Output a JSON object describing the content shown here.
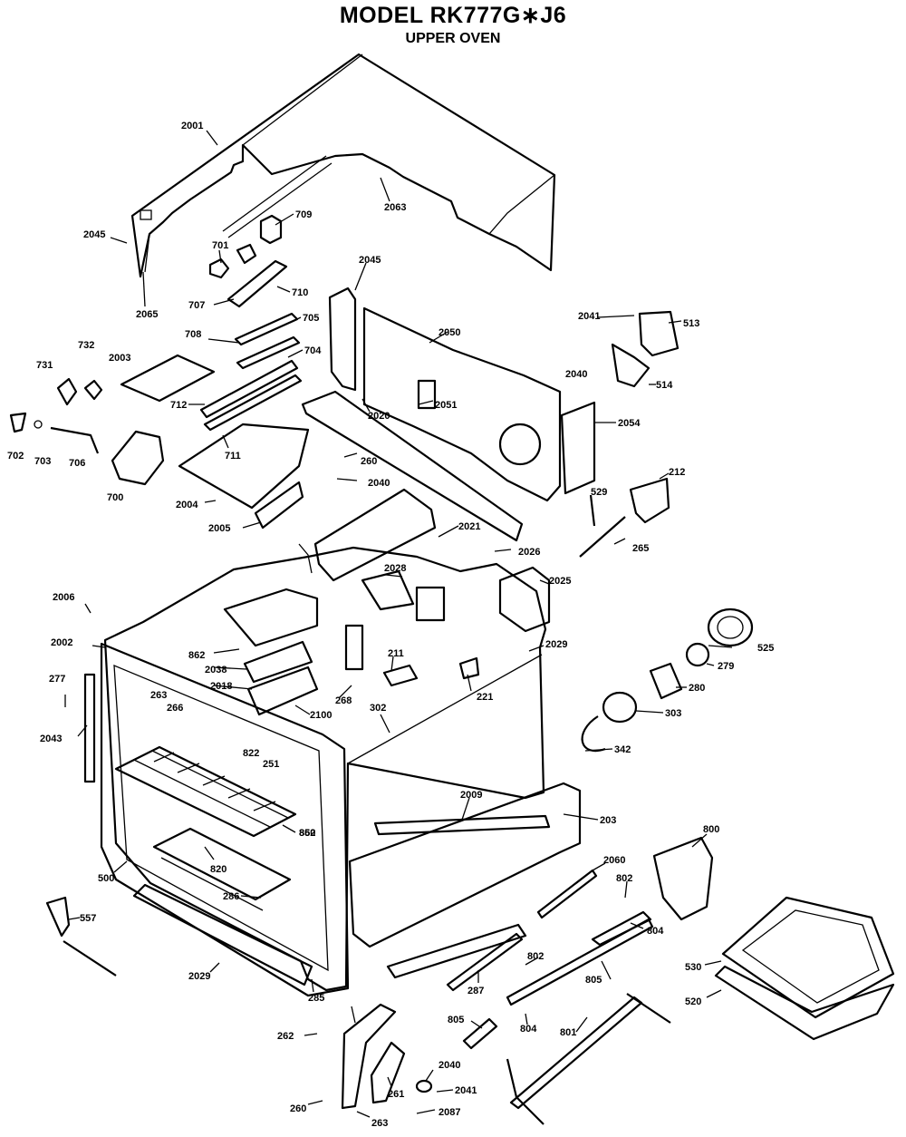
{
  "header": {
    "model": "MODEL RK777G∗J6",
    "section": "UPPER OVEN"
  },
  "parts": [
    {
      "label": "2001"
    },
    {
      "label": "2045"
    },
    {
      "label": "2065"
    },
    {
      "label": "2063"
    },
    {
      "label": "709"
    },
    {
      "label": "701"
    },
    {
      "label": "707"
    },
    {
      "label": "710"
    },
    {
      "label": "708"
    },
    {
      "label": "705"
    },
    {
      "label": "704"
    },
    {
      "label": "2003"
    },
    {
      "label": "731"
    },
    {
      "label": "732"
    },
    {
      "label": "712"
    },
    {
      "label": "711"
    },
    {
      "label": "702"
    },
    {
      "label": "703"
    },
    {
      "label": "706"
    },
    {
      "label": "700"
    },
    {
      "label": "2004"
    },
    {
      "label": "2005"
    },
    {
      "label": "2045"
    },
    {
      "label": "2050"
    },
    {
      "label": "2051"
    },
    {
      "label": "2020"
    },
    {
      "label": "260"
    },
    {
      "label": "2040"
    },
    {
      "label": "2041"
    },
    {
      "label": "513"
    },
    {
      "label": "2040"
    },
    {
      "label": "514"
    },
    {
      "label": "2054"
    },
    {
      "label": "212"
    },
    {
      "label": "529"
    },
    {
      "label": "265"
    },
    {
      "label": "2021"
    },
    {
      "label": "2026"
    },
    {
      "label": "2028"
    },
    {
      "label": "2025"
    },
    {
      "label": "2006"
    },
    {
      "label": "2002"
    },
    {
      "label": "2029"
    },
    {
      "label": "525"
    },
    {
      "label": "279"
    },
    {
      "label": "862"
    },
    {
      "label": "2038"
    },
    {
      "label": "2018"
    },
    {
      "label": "211"
    },
    {
      "label": "268"
    },
    {
      "label": "277"
    },
    {
      "label": "280"
    },
    {
      "label": "2100"
    },
    {
      "label": "221"
    },
    {
      "label": "302"
    },
    {
      "label": "263"
    },
    {
      "label": "266"
    },
    {
      "label": "303"
    },
    {
      "label": "2043"
    },
    {
      "label": "822"
    },
    {
      "label": "251"
    },
    {
      "label": "342"
    },
    {
      "label": "2009"
    },
    {
      "label": "203"
    },
    {
      "label": "862"
    },
    {
      "label": "800"
    },
    {
      "label": "500"
    },
    {
      "label": "820"
    },
    {
      "label": "2060"
    },
    {
      "label": "802"
    },
    {
      "label": "850"
    },
    {
      "label": "804"
    },
    {
      "label": "557"
    },
    {
      "label": "530"
    },
    {
      "label": "2029"
    },
    {
      "label": "285"
    },
    {
      "label": "802"
    },
    {
      "label": "287"
    },
    {
      "label": "805"
    },
    {
      "label": "520"
    },
    {
      "label": "286"
    },
    {
      "label": "805"
    },
    {
      "label": "804"
    },
    {
      "label": "262"
    },
    {
      "label": "801"
    },
    {
      "label": "2040"
    },
    {
      "label": "261"
    },
    {
      "label": "2041"
    },
    {
      "label": "260"
    },
    {
      "label": "263"
    },
    {
      "label": "2087"
    }
  ]
}
